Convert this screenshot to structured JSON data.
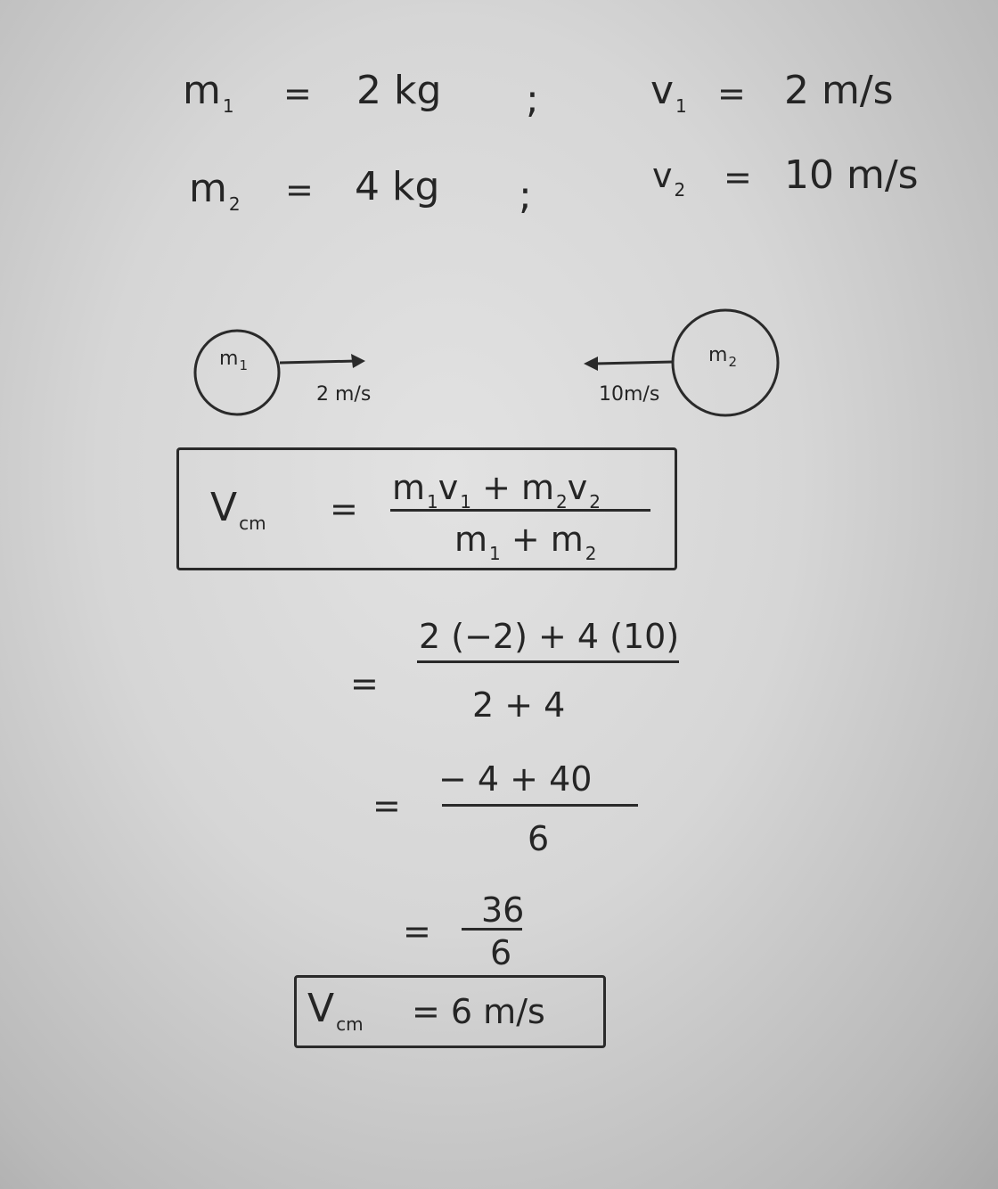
{
  "givens": {
    "m1_label": "m",
    "m1_sub": "1",
    "m1_eq": "=",
    "m1_value": "2 kg",
    "sep1": ";",
    "v1_label": "v",
    "v1_sub": "1",
    "v1_eq": "=",
    "v1_value": "2 m/s",
    "m2_label": "m",
    "m2_sub": "2",
    "m2_eq": "=",
    "m2_value": "4 kg",
    "sep2": ";",
    "v2_label": "v",
    "v2_sub": "2",
    "v2_eq": "=",
    "v2_value": "10 m/s"
  },
  "diagram": {
    "ball1_label": "m",
    "ball1_sub": "1",
    "ball1_speed": "2 m/s",
    "ball2_label": "m",
    "ball2_sub": "2",
    "ball2_speed": "10m/s"
  },
  "formula": {
    "lhs": "V",
    "lhs_sub": "cm",
    "eq": "=",
    "num": [
      "m",
      "1",
      "v",
      "1",
      " + m",
      "2",
      "v",
      "2"
    ],
    "den": [
      "m",
      "1",
      " + m",
      "2"
    ]
  },
  "steps": [
    {
      "eq": "=",
      "num": "2 (−2) + 4 (10)",
      "den": "2 + 4"
    },
    {
      "eq": "=",
      "num": "− 4 + 40",
      "den": "6"
    },
    {
      "eq": "=",
      "num": "36",
      "den": "6"
    }
  ],
  "result": {
    "lhs": "V",
    "lhs_sub": "cm",
    "text": "= 6 m/s"
  }
}
